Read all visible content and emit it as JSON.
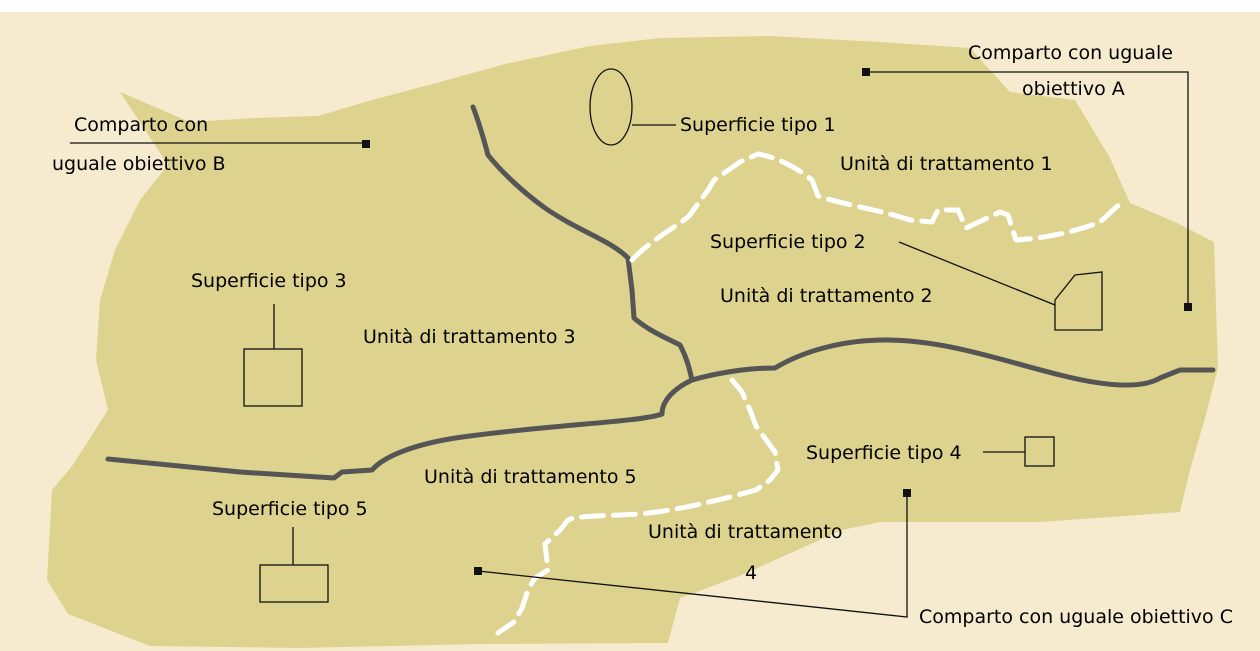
{
  "colors": {
    "background": "#f7ebcf",
    "land": "#ddd38f",
    "unit_border": "#555555",
    "dashed_border": "#ffffff",
    "outline": "#111111"
  },
  "labels": {
    "compartment_b_line1": "Comparto con",
    "compartment_b_line2": "uguale obiettivo B",
    "compartment_a_line1": "Comparto con uguale",
    "compartment_a_line2": "obiettivo A",
    "compartment_c": "Comparto con uguale obiettivo C",
    "surface_1": "Superficie tipo 1",
    "surface_2": "Superficie tipo 2",
    "surface_3": "Superficie tipo 3",
    "surface_4": "Superficie tipo 4",
    "surface_5": "Superficie tipo 5",
    "unit_1": "Unità di trattamento 1",
    "unit_2": "Unità di trattamento 2",
    "unit_3": "Unità di trattamento 3",
    "unit_4_line1": "Unità di trattamento",
    "unit_4_line2": "4",
    "unit_5": "Unità di trattamento 5"
  }
}
